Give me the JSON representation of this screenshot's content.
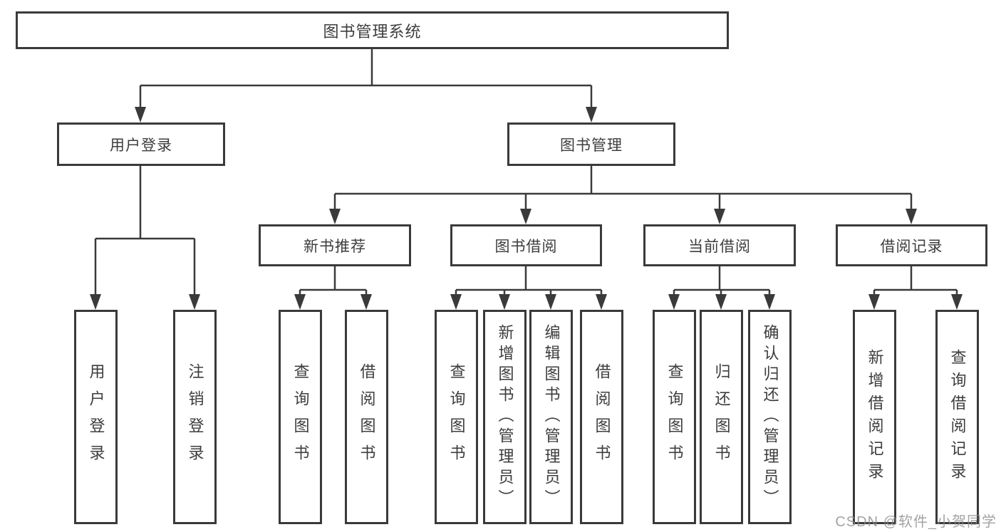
{
  "diagram": {
    "type": "tree",
    "watermark": "CSDN @软件_小贺同学",
    "colors": {
      "border": "#3a3a3a",
      "text": "#3d3d3d",
      "line": "#3a3a3a",
      "background": "#ffffff",
      "watermark": "#8c8c8c"
    },
    "tree": {
      "label": "图书管理系统",
      "children": [
        {
          "label": "用户登录",
          "children": [
            {
              "label": "用户登录"
            },
            {
              "label": "注销登录"
            }
          ]
        },
        {
          "label": "图书管理",
          "children": [
            {
              "label": "新书推荐",
              "children": [
                {
                  "label": "查询图书"
                },
                {
                  "label": "借阅图书"
                }
              ]
            },
            {
              "label": "图书借阅",
              "children": [
                {
                  "label": "查询图书"
                },
                {
                  "label": "新增图书（管理员）"
                },
                {
                  "label": "编辑图书（管理员）"
                },
                {
                  "label": "借阅图书"
                }
              ]
            },
            {
              "label": "当前借阅",
              "children": [
                {
                  "label": "查询图书"
                },
                {
                  "label": "归还图书"
                },
                {
                  "label": "确认归还（管理员）"
                }
              ]
            },
            {
              "label": "借阅记录",
              "children": [
                {
                  "label": "新增借阅记录"
                },
                {
                  "label": "查询借阅记录"
                }
              ]
            }
          ]
        }
      ]
    }
  }
}
